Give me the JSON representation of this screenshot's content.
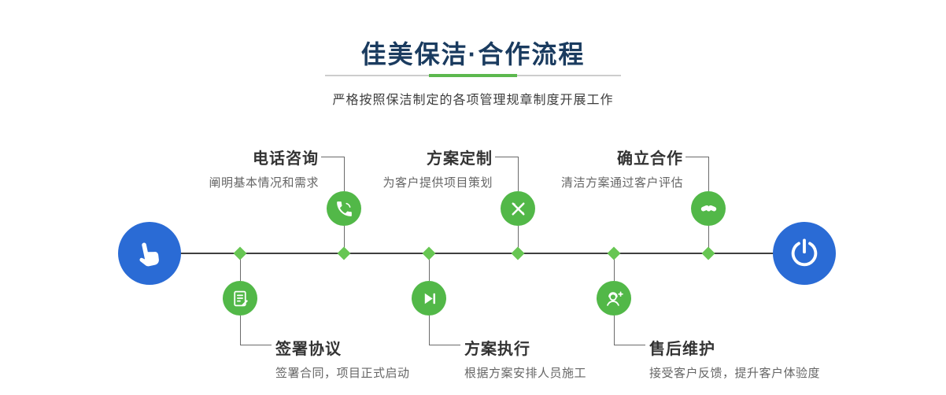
{
  "header": {
    "title": "佳美保洁·合作流程",
    "subtitle": "严格按照保洁制定的各项管理规章制度开展工作"
  },
  "colors": {
    "title_navy": "#1a3b5f",
    "accent_green": "#52b848",
    "diamond_green": "#67c653",
    "endpoint_blue": "#2a6bd5",
    "line_dark": "#3f3f3f",
    "step_title": "#333333",
    "step_desc": "#666666"
  },
  "timeline": {
    "start_icon": "hand-pointer-icon",
    "end_icon": "power-icon"
  },
  "steps_top": [
    {
      "title": "电话咨询",
      "desc": "阐明基本情况和需求",
      "icon": "phone-icon"
    },
    {
      "title": "方案定制",
      "desc": "为客户提供项目策划",
      "icon": "pen-design-icon"
    },
    {
      "title": "确立合作",
      "desc": "清洁方案通过客户评估",
      "icon": "handshake-icon"
    }
  ],
  "steps_bottom": [
    {
      "title": "签署协议",
      "desc": "签署合同，项目正式启动",
      "icon": "contract-sign-icon"
    },
    {
      "title": "方案执行",
      "desc": "根据方案安排人员施工",
      "icon": "play-execute-icon"
    },
    {
      "title": "售后维护",
      "desc": "接受客户反馈，提升客户体验度",
      "icon": "headset-support-icon"
    }
  ]
}
